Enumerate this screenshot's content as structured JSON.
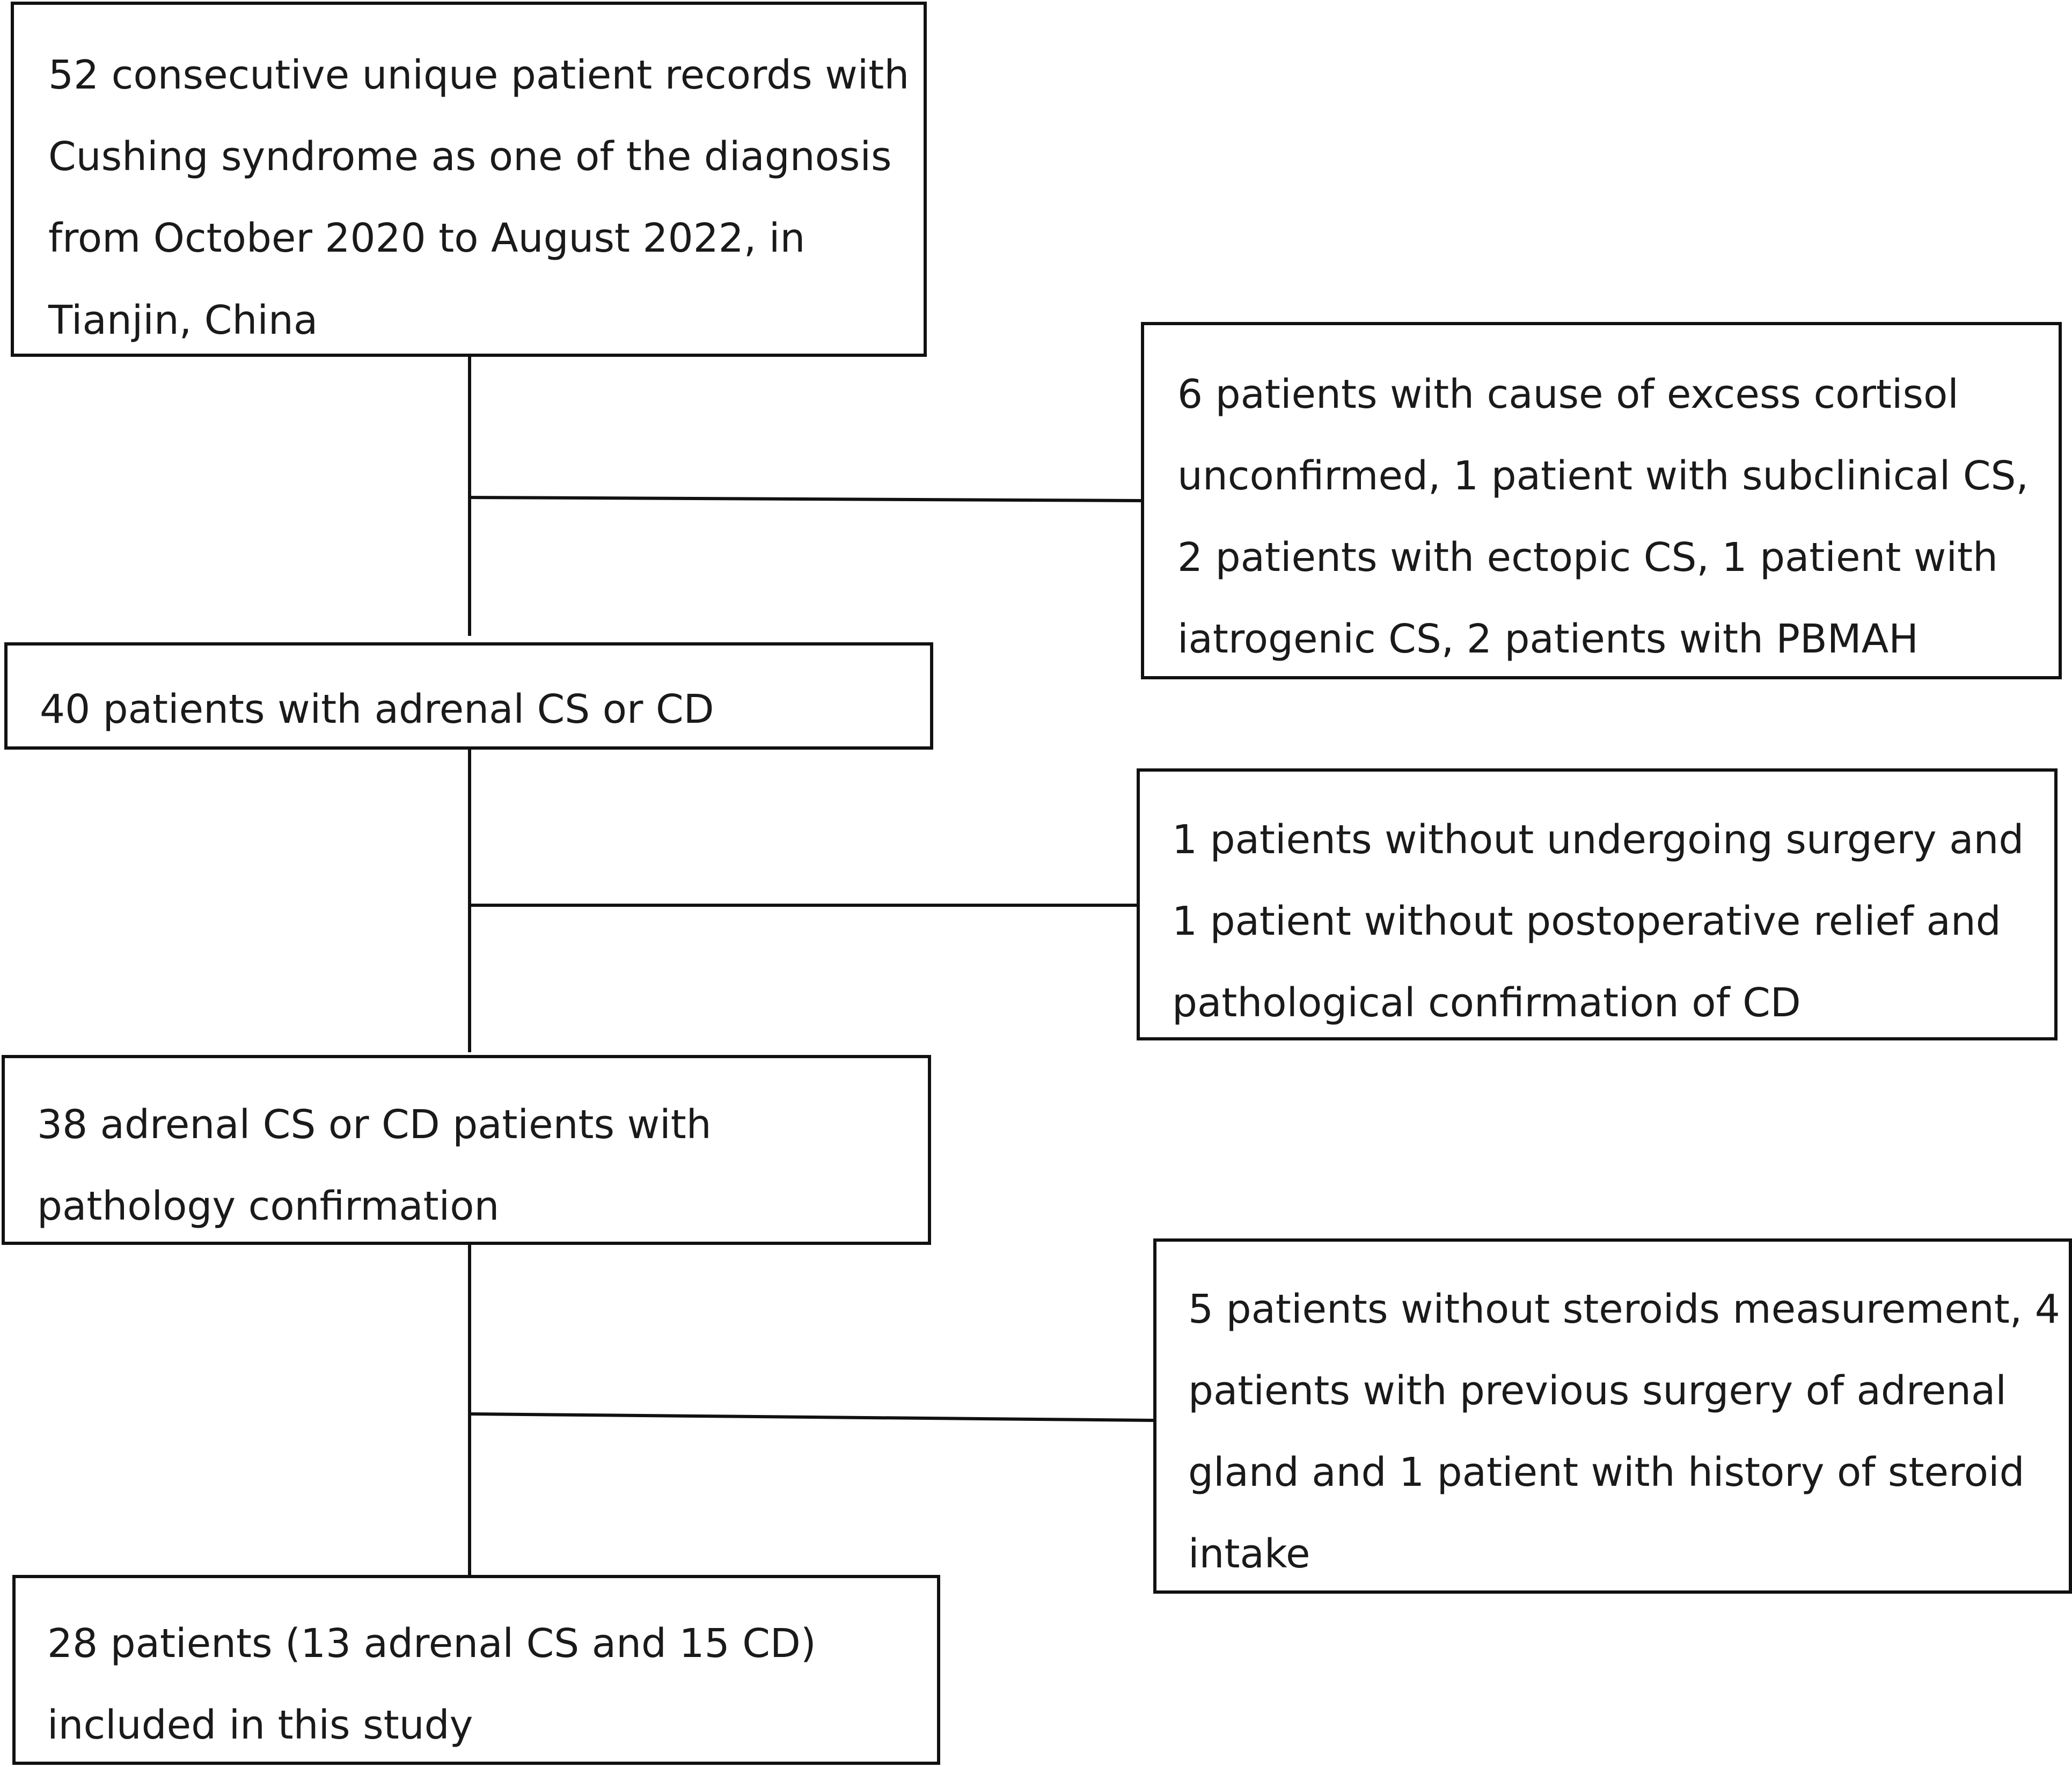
{
  "flowchart": {
    "steps": [
      {
        "id": "records",
        "lines": [
          "52 consecutive unique patient records with",
          "Cushing syndrome as one of the diagnosis",
          "from October 2020 to August 2022, in",
          "Tianjin, China"
        ]
      },
      {
        "id": "adrenal-cs-or-cd",
        "lines": [
          "40 patients with adrenal CS or CD"
        ]
      },
      {
        "id": "pathology-confirmed",
        "lines": [
          "38 adrenal CS or CD patients with",
          "pathology confirmation"
        ]
      },
      {
        "id": "included",
        "lines": [
          "28 patients (13 adrenal CS and 15 CD)",
          "included in this study"
        ]
      }
    ],
    "exclusions": [
      {
        "id": "exclusion-1",
        "lines": [
          "6 patients with cause of excess cortisol",
          "unconfirmed, 1 patient with subclinical CS,",
          "2 patients with ectopic CS, 1 patient with",
          "iatrogenic CS, 2 patients with PBMAH"
        ]
      },
      {
        "id": "exclusion-2",
        "lines": [
          "1 patients without undergoing surgery and",
          "1 patient without postoperative relief and",
          "pathological confirmation of CD"
        ]
      },
      {
        "id": "exclusion-3",
        "lines": [
          "5 patients without steroids measurement, 4",
          "patients with previous surgery of adrenal",
          "gland and  1 patient with history of steroid",
          "intake"
        ]
      }
    ]
  }
}
